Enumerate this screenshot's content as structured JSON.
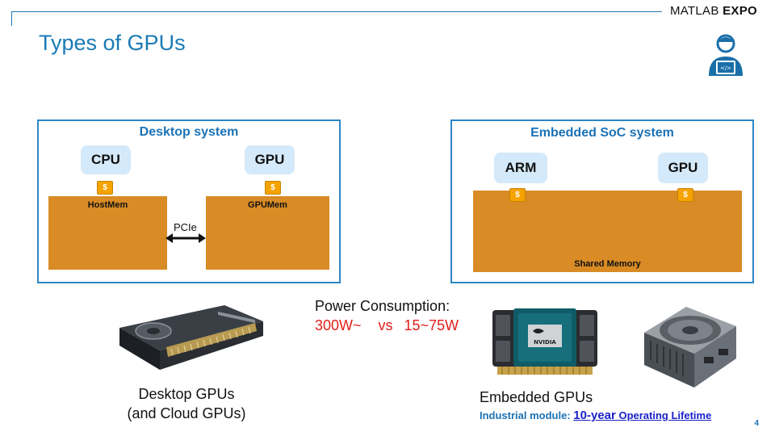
{
  "header": {
    "logo_matlab": "MATLAB",
    "logo_expo": "EXPO",
    "title": "Types of GPUs"
  },
  "desktop": {
    "title": "Desktop system",
    "cpu": "CPU",
    "gpu": "GPU",
    "dollar": "$",
    "hostmem": "HostMem",
    "gpumem": "GPUMem",
    "bus": "PCIe"
  },
  "embedded": {
    "title": "Embedded SoC system",
    "arm": "ARM",
    "gpu": "GPU",
    "dollar": "$",
    "shared_memory": "Shared Memory"
  },
  "power": {
    "label": "Power Consumption:",
    "value": "300W~   vs  15~75W"
  },
  "captions": {
    "desktop_line1": "Desktop GPUs",
    "desktop_line2": "(and Cloud GPUs)",
    "embedded": "Embedded GPUs",
    "industrial_prefix": "Industrial module:",
    "industrial_years": "10-year",
    "industrial_suffix": "Operating Lifetime"
  },
  "chip_brand": "NVIDIA",
  "page_number": "4",
  "colors": {
    "accent_blue": "#1a7ab5",
    "memory_orange": "#d98b25",
    "chip_fill": "#d4e9f9",
    "dollar_badge": "#f5a300",
    "power_red": "#e0201a"
  },
  "icons": [
    "user-at-laptop-icon",
    "double-arrow-icon",
    "desktop-gpu-card-image",
    "jetson-module-image",
    "jetson-devkit-image"
  ]
}
